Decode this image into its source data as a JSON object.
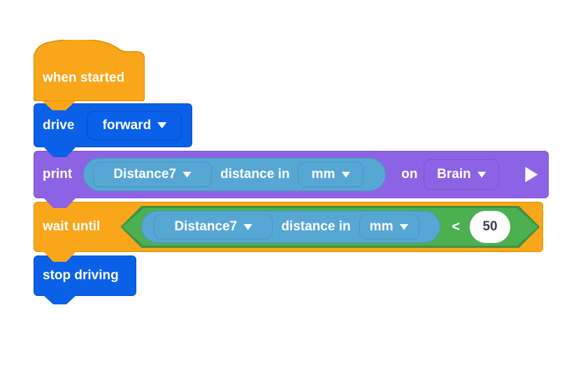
{
  "palette": {
    "event_orange": "#FAA61A",
    "event_orange_border": "#DB8E00",
    "drive_blue": "#0A61E8",
    "drive_blue_border": "#0B4CC4",
    "print_purple": "#8C63E4",
    "print_purple_border": "#7A52D1",
    "sensor_cyan": "#57A7D5",
    "sensor_cyan_border": "#4A94C2",
    "bool_green": "#4CB050",
    "bool_green_border": "#3E9243",
    "value_text": "#3B3F57"
  },
  "blocks": {
    "when_started": {
      "label": "when started"
    },
    "drive": {
      "label": "drive",
      "direction": "forward"
    },
    "print": {
      "label": "print",
      "sensor": "Distance7",
      "sensor_suffix": "distance in",
      "unit": "mm",
      "on_label": "on",
      "device": "Brain"
    },
    "wait_until": {
      "label": "wait until",
      "sensor": "Distance7",
      "sensor_suffix": "distance in",
      "unit": "mm",
      "operator": "<",
      "threshold": "50"
    },
    "stop_driving": {
      "label": "stop driving"
    }
  }
}
